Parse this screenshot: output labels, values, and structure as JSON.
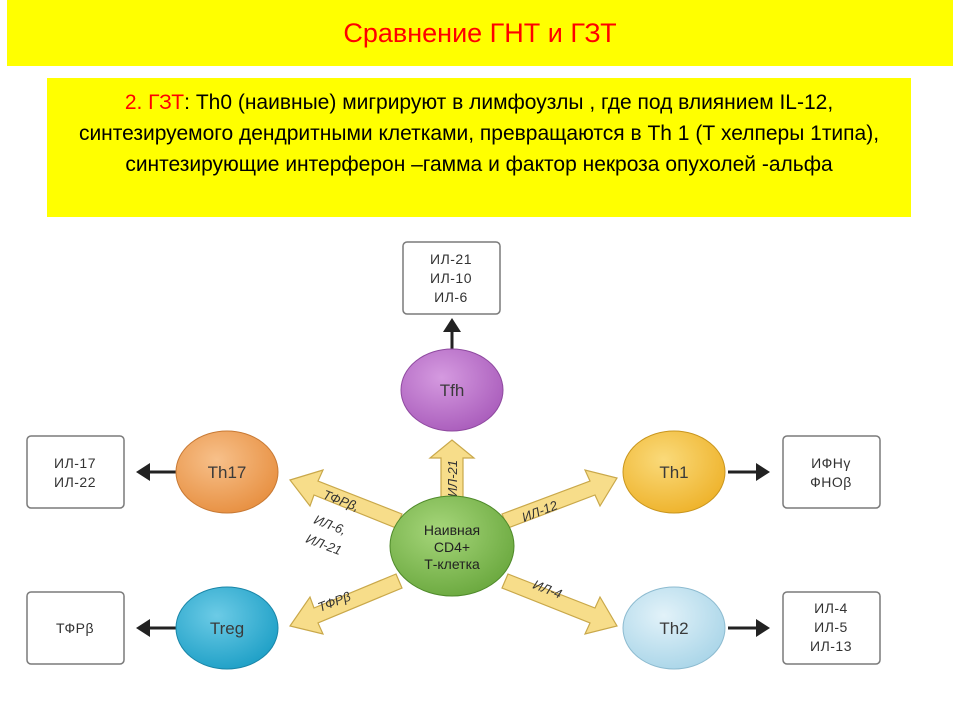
{
  "title": "Сравнение ГНТ и ГЗТ",
  "paragraph": {
    "lead": "2. ГЗТ",
    "colon": ":",
    "body": " Th0 (наивные) мигрируют в лимфоузлы , где под влиянием IL-12, синтезируемого дендритными клетками, превращаются в Th 1 (Т хелперы 1типа), синтезирующие интерферон –гамма и фактор некроза опухолей -альфа"
  },
  "colors": {
    "title_bg": "#ffff00",
    "title_text": "#ff0000",
    "center_cell": "#7ab648",
    "tfh_cell": "#b86cc8",
    "th17_cell": "#f0a053",
    "th1_cell": "#f5c440",
    "treg_cell": "#2fb3d6",
    "th2_cell": "#bfe1ef",
    "arrow_fill": "#f7dd8a"
  },
  "diagram": {
    "center": {
      "line1": "Наивная",
      "line2": "CD4+",
      "line3": "Т-клетка"
    },
    "cells": {
      "tfh": "Tfh",
      "th17": "Th17",
      "th1": "Th1",
      "treg": "Treg",
      "th2": "Th2"
    },
    "arrows": {
      "tfh": "ИЛ-21",
      "th1": "ИЛ-12",
      "th2": "ИЛ-4",
      "treg": "ТФРβ",
      "th17_line1": "ТФРβ,",
      "th17_line2": "ИЛ-6,",
      "th17_line3": "ИЛ-21"
    },
    "outputs": {
      "tfh": [
        "ИЛ-21",
        "ИЛ-10",
        "ИЛ-6"
      ],
      "th17": [
        "ИЛ-17",
        "ИЛ-22"
      ],
      "th1": [
        "ИФНγ",
        "ФНОβ"
      ],
      "treg": [
        "ТФРβ"
      ],
      "th2": [
        "ИЛ-4",
        "ИЛ-5",
        "ИЛ-13"
      ]
    }
  }
}
